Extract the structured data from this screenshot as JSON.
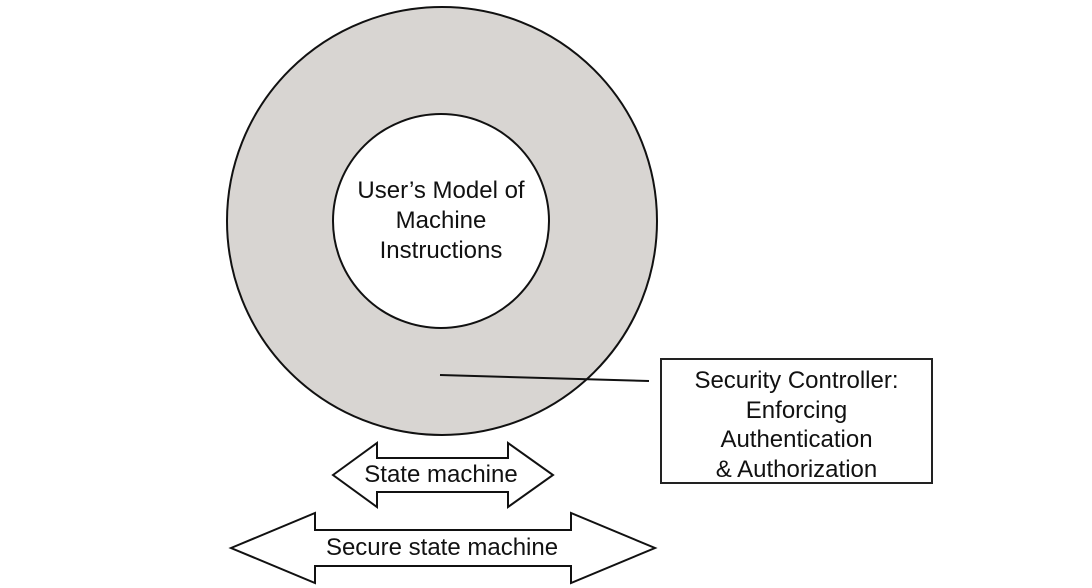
{
  "diagram": {
    "inner_text_lines": [
      "User’s Model of",
      "Machine",
      "Instructions"
    ],
    "controller_text_lines": [
      "Security Controller:",
      "Enforcing",
      "Authentication",
      "& Authorization"
    ],
    "state_machine_label": "State machine",
    "secure_state_machine_label": "Secure state machine"
  },
  "colors": {
    "outer_ring_fill": "#d8d5d2",
    "outline": "#111111",
    "background": "#ffffff"
  }
}
